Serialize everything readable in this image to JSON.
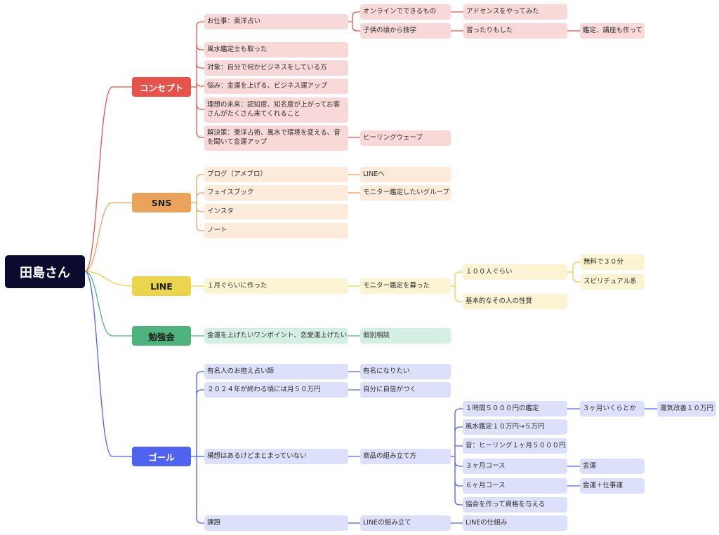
{
  "root": {
    "label": "田島さん"
  },
  "branches": {
    "concept": {
      "label": "コンセプト",
      "color": "#e5534b",
      "items": {
        "work": "お仕事：東洋占い",
        "online": "オンラインでできるもの",
        "adsense": "アドセンスをやってみた",
        "childhood": "子供の頃から独学",
        "learned": "習ったりもした",
        "appraisal_courses": "鑑定、講座も作って",
        "fengshui_license": "風水鑑定士も取った",
        "target": "対象：自分で何かビジネスをしている方",
        "worry": "悩み：金運を上げる、ビジネス運アップ",
        "ideal": "理想の未来：認知度、知名度が上がってお客さんがたくさん来てくれること",
        "solution": "解決策：東洋占術、風水で環境を変える、音を聞いて金運アップ",
        "healing": "ヒーリングウェーブ"
      }
    },
    "sns": {
      "label": "SNS",
      "color": "#e9a35a",
      "items": {
        "blog": "ブログ（アメブロ）",
        "line_to": "LINEへ",
        "facebook": "フェイスブック",
        "monitor_group": "モニター鑑定したいグループ",
        "insta": "インスタ",
        "note": "ノート"
      }
    },
    "line": {
      "label": "LINE",
      "color": "#e8d24a",
      "items": {
        "made": "１月ぐらいに作った",
        "monitor": "モニター鑑定を募った",
        "hundred": "１００人ぐらい",
        "free": "無料で３０分",
        "spiritual": "スピリチュアル系",
        "nature": "基本的なその人の性質"
      }
    },
    "study": {
      "label": "勉強会",
      "color": "#4fb37e",
      "items": {
        "point": "金運を上げたいワンポイント、恋愛運上げたい",
        "individual": "個別相談"
      }
    },
    "goal": {
      "label": "ゴール",
      "color": "#4f62f0",
      "items": {
        "famous": "有名人のお抱え占い師",
        "become_famous": "有名になりたい",
        "income": "２０２４年が終わる頃には月５０万円",
        "confidence": "自分に自信がつく",
        "concept_unclear": "構想はあるけどまとまっていない",
        "product": "商品の組み立て方",
        "one_hour": "１時間５０００円の鑑定",
        "three_months": "３ヶ月いくらとか",
        "improve": "運気改善１０万円",
        "fengshui_price": "風水鑑定１０万円→５万円",
        "sound": "音：ヒーリング１ヶ月５０００円",
        "course3": "３ヶ月コース",
        "kinun": "金運",
        "course6": "６ヶ月コース",
        "kinun_work": "金運＋仕事運",
        "association": "協会を作って資格を与える",
        "issue": "課題",
        "line_build": "LINEの組み立て",
        "line_mech": "LINEの仕組み"
      }
    }
  },
  "colors": {
    "concept_fill": "#f9d9d8",
    "sns_fill": "#fcebdb",
    "line_fill": "#fcf3d3",
    "study_fill": "#d4efe4",
    "goal_fill": "#dde0fb",
    "root_fill": "#0b0b2e"
  }
}
